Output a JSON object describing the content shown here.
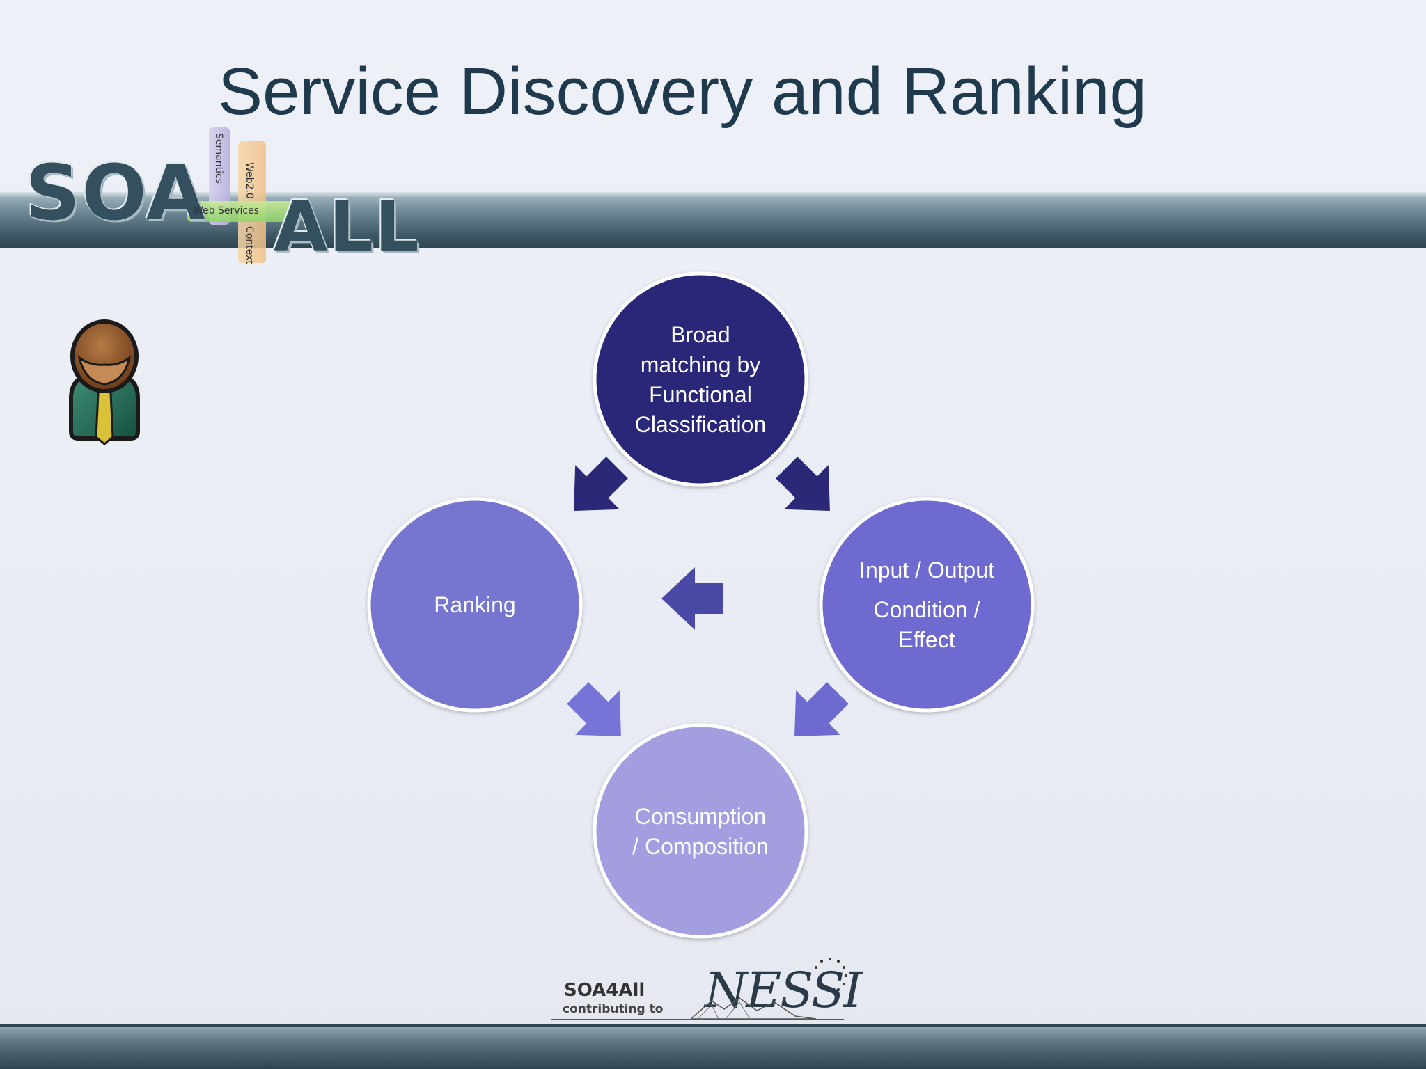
{
  "slide": {
    "title": "Service Discovery and Ranking"
  },
  "logo": {
    "left": "SOA",
    "right": "ALL",
    "semantics": "Semantics",
    "web20": "Web2.0",
    "web_services": "Web Services",
    "context": "Context"
  },
  "diagram": {
    "nodes": [
      {
        "id": "broad",
        "lines": [
          "Broad",
          "matching by",
          "Functional",
          "Classification"
        ],
        "color": "#2b2878"
      },
      {
        "id": "io",
        "lines": [
          "Input / Output",
          "Condition /",
          "Effect"
        ],
        "color": "#6e6acf"
      },
      {
        "id": "ranking",
        "lines": [
          "Ranking"
        ],
        "color": "#7674d0"
      },
      {
        "id": "consumption",
        "lines": [
          "Consumption",
          "/ Composition"
        ],
        "color": "#a39ee0"
      }
    ],
    "arrow_colors": {
      "top_left": "#2b2878",
      "top_right": "#2b2878",
      "center": "#4a4aa6",
      "bottom_left": "#7674d6",
      "bottom_right": "#6e6acf"
    }
  },
  "footer": {
    "soa4all": "SOA4All",
    "contributing": "contributing to",
    "nessi": "NESSI"
  },
  "icons": {
    "person": "person-icon"
  }
}
